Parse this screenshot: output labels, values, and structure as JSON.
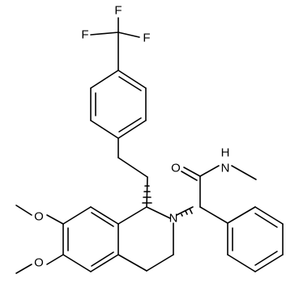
{
  "molecule": {
    "atom_labels": {
      "f1": "F",
      "f2": "F",
      "f3": "F",
      "o_carbonyl": "O",
      "nh": "N",
      "h": "H",
      "n_ring": "N",
      "o_methoxy_1": "O",
      "o_methoxy_2": "O"
    }
  }
}
